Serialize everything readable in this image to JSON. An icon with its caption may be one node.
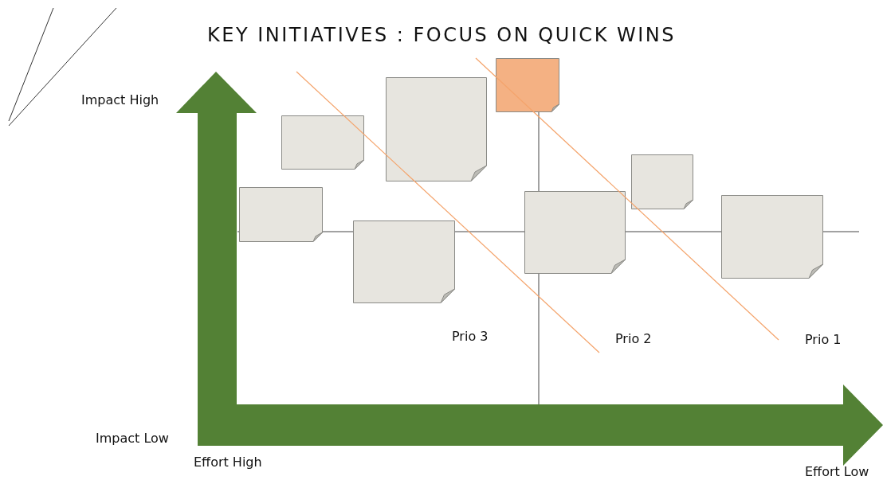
{
  "diagram": {
    "title": "KEY INITIATIVES : FOCUS ON QUICK WINS",
    "nodes": [
      {
        "text": [],
        "shape": "note"
      },
      {
        "text": [],
        "shape": "note"
      },
      {
        "text": [],
        "shape": "note"
      },
      {
        "text": [],
        "shape": "note"
      },
      {
        "text": [],
        "shape": "note"
      },
      {
        "text": [],
        "shape": "note"
      },
      {
        "text": [],
        "shape": "note"
      },
      {
        "text": [],
        "shape": "note"
      }
    ],
    "labels": [
      "Impact High",
      "Prio 3",
      "Prio 2",
      "Prio 1",
      "Impact Low",
      "Effort High",
      "Effort Low"
    ]
  }
}
